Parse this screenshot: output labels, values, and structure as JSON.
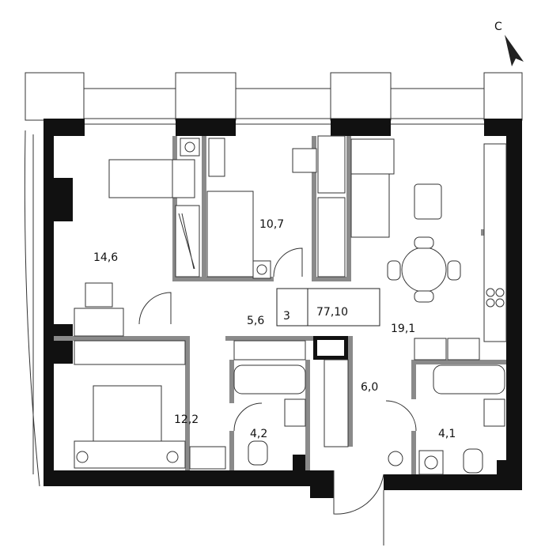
{
  "compass": {
    "north_label": "С"
  },
  "summary": {
    "rooms": "3",
    "area": "77,10"
  },
  "rooms": {
    "bedroom_left": "14,6",
    "bedroom_small": "10,7",
    "hall": "5,6",
    "living_kitchen": "19,1",
    "bedroom_bottom": "12,2",
    "bath_left": "4,2",
    "corridor": "6,0",
    "bath_right": "4,1"
  },
  "colors": {
    "wall": "#111111",
    "partition": "#8a8a8a"
  }
}
